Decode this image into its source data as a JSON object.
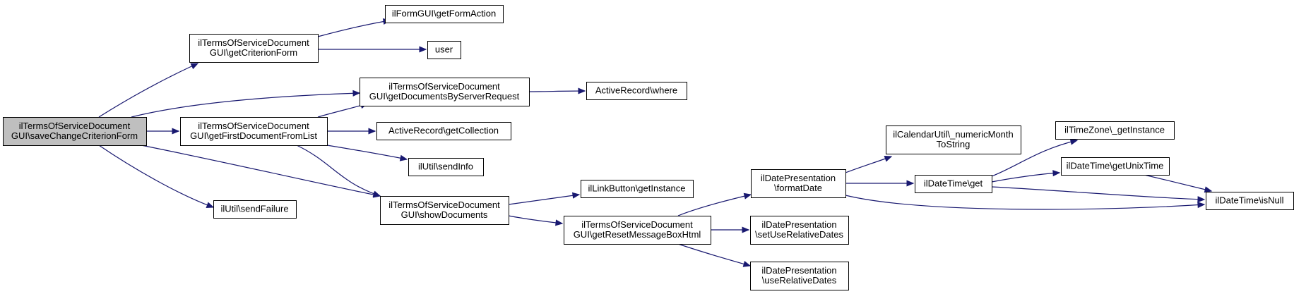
{
  "diagram": {
    "colors": {
      "edge": "#191970",
      "node_fill": "#ffffff",
      "root_fill": "#bfbfbf",
      "node_stroke": "#000000"
    },
    "nodes": [
      {
        "id": "saveChange",
        "lines": [
          "ilTermsOfServiceDocument",
          "GUI\\saveChangeCriterionForm"
        ],
        "root": true
      },
      {
        "id": "getCriterionForm",
        "lines": [
          "ilTermsOfServiceDocument",
          "GUI\\getCriterionForm"
        ]
      },
      {
        "id": "getDocsByReq",
        "lines": [
          "ilTermsOfServiceDocument",
          "GUI\\getDocumentsByServerRequest"
        ]
      },
      {
        "id": "getFirstDoc",
        "lines": [
          "ilTermsOfServiceDocument",
          "GUI\\getFirstDocumentFromList"
        ]
      },
      {
        "id": "sendFailure",
        "lines": [
          "ilUtil\\sendFailure"
        ]
      },
      {
        "id": "showDocs",
        "lines": [
          "ilTermsOfServiceDocument",
          "GUI\\showDocuments"
        ]
      },
      {
        "id": "getFormAction",
        "lines": [
          "ilFormGUI\\getFormAction"
        ]
      },
      {
        "id": "user",
        "lines": [
          "user"
        ]
      },
      {
        "id": "arWhere",
        "lines": [
          "ActiveRecord\\where"
        ]
      },
      {
        "id": "arGetCollection",
        "lines": [
          "ActiveRecord\\getCollection"
        ]
      },
      {
        "id": "sendInfo",
        "lines": [
          "ilUtil\\sendInfo"
        ]
      },
      {
        "id": "linkBtn",
        "lines": [
          "ilLinkButton\\getInstance"
        ]
      },
      {
        "id": "resetMsg",
        "lines": [
          "ilTermsOfServiceDocument",
          "GUI\\getResetMessageBoxHtml"
        ]
      },
      {
        "id": "formatDate",
        "lines": [
          "ilDatePresentation",
          "\\formatDate"
        ]
      },
      {
        "id": "setRelDates",
        "lines": [
          "ilDatePresentation",
          "\\setUseRelativeDates"
        ]
      },
      {
        "id": "useRelDates",
        "lines": [
          "ilDatePresentation",
          "\\useRelativeDates"
        ]
      },
      {
        "id": "numMonth",
        "lines": [
          "ilCalendarUtil\\_numericMonth",
          "ToString"
        ]
      },
      {
        "id": "dtGet",
        "lines": [
          "ilDateTime\\get"
        ]
      },
      {
        "id": "tzInst",
        "lines": [
          "ilTimeZone\\_getInstance"
        ]
      },
      {
        "id": "unixTime",
        "lines": [
          "ilDateTime\\getUnixTime"
        ]
      },
      {
        "id": "isNull",
        "lines": [
          "ilDateTime\\isNull"
        ]
      }
    ],
    "edges": [
      [
        "saveChange",
        "getCriterionForm"
      ],
      [
        "saveChange",
        "getDocsByReq"
      ],
      [
        "saveChange",
        "getFirstDoc"
      ],
      [
        "saveChange",
        "sendFailure"
      ],
      [
        "saveChange",
        "showDocs"
      ],
      [
        "getCriterionForm",
        "getFormAction"
      ],
      [
        "getCriterionForm",
        "user"
      ],
      [
        "getDocsByReq",
        "arWhere"
      ],
      [
        "getFirstDoc",
        "getDocsByReq"
      ],
      [
        "getFirstDoc",
        "arGetCollection"
      ],
      [
        "getFirstDoc",
        "sendInfo"
      ],
      [
        "getFirstDoc",
        "showDocs"
      ],
      [
        "showDocs",
        "linkBtn"
      ],
      [
        "showDocs",
        "resetMsg"
      ],
      [
        "resetMsg",
        "formatDate"
      ],
      [
        "resetMsg",
        "setRelDates"
      ],
      [
        "resetMsg",
        "useRelDates"
      ],
      [
        "formatDate",
        "numMonth"
      ],
      [
        "formatDate",
        "dtGet"
      ],
      [
        "formatDate",
        "isNull"
      ],
      [
        "dtGet",
        "tzInst"
      ],
      [
        "dtGet",
        "unixTime"
      ],
      [
        "dtGet",
        "isNull"
      ],
      [
        "unixTime",
        "isNull"
      ]
    ]
  }
}
